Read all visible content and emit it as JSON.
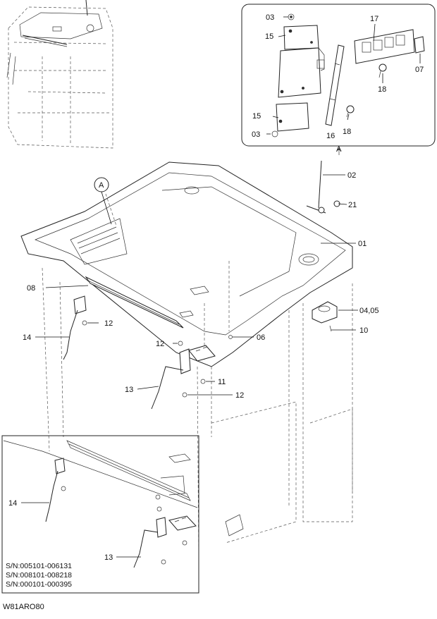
{
  "figure_id": "W81ARO80",
  "detail_view": {
    "ref_label": "A",
    "balloon_label": "A"
  },
  "serial_numbers": [
    "S/N:005101-006131",
    "S/N:008101-008218",
    "S/N:000101-000395"
  ],
  "callouts": {
    "detail_03_top": "03",
    "detail_15_top": "15",
    "detail_17": "17",
    "detail_07": "07",
    "detail_18_right": "18",
    "detail_15_bottom": "15",
    "detail_03_bottom": "03",
    "detail_16": "16",
    "detail_18_mid": "18",
    "p02": "02",
    "p21": "21",
    "p01": "01",
    "p08": "08",
    "p04_05": "04,05",
    "p12_a": "12",
    "p14": "14",
    "p10": "10",
    "p06": "06",
    "p12_b": "12",
    "p11": "11",
    "p13": "13",
    "p12_c": "12",
    "inset_14": "14",
    "inset_13": "13"
  }
}
